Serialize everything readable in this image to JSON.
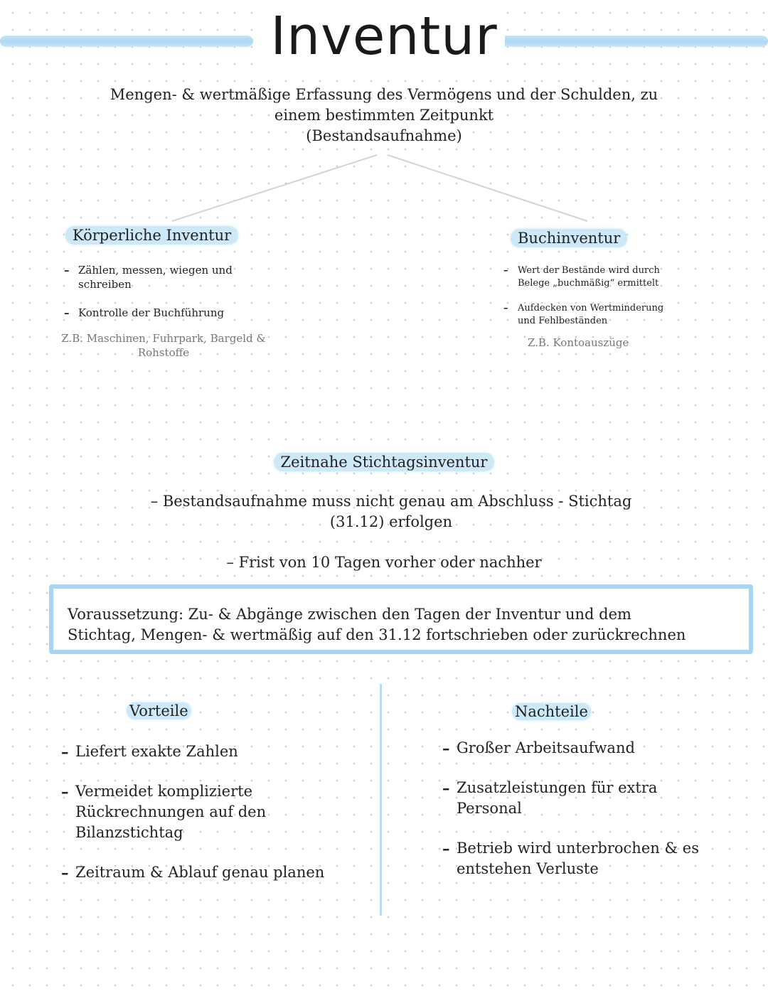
{
  "title": "Inventur",
  "intro": {
    "line1": "Mengen- & wertmäßige Erfassung des Vermögens und der Schulden, zu",
    "line2": "einem bestimmten Zeitpunkt",
    "line3": "(Bestandsaufnahme)"
  },
  "koerperlich": {
    "heading": "Körperliche Inventur",
    "items": [
      {
        "line1": "Zählen, messen, wiegen und",
        "line2": "schreiben"
      },
      {
        "line1": "Kontrolle der Buchführung",
        "line2": ""
      }
    ],
    "example_line1": "Z.B. Maschinen, Fuhrpark, Bargeld &",
    "example_line2": "Rohstoffe"
  },
  "buch": {
    "heading": "Buchinventur",
    "items": [
      {
        "line1": "Wert der Bestände wird durch",
        "line2": "Belege „buchmäßig“ ermittelt"
      },
      {
        "line1": "Aufdecken von Wertminderung",
        "line2": "und Fehlbeständen"
      }
    ],
    "example": "Z.B. Kontoauszüge"
  },
  "stichtag": {
    "heading": "Zeitnahe Stichtagsinventur",
    "point1_line1": "Bestandsaufnahme muss nicht genau am Abschluss - Stichtag",
    "point1_line2": "(31.12) erfolgen",
    "point2": "Frist von 10 Tagen vorher oder nachher"
  },
  "voraussetzung": {
    "line1": "Voraussetzung: Zu- & Abgänge zwischen den Tagen der Inventur und dem",
    "line2": "Stichtag, Mengen- & wertmäßig auf den 31.12 fortschrieben oder zurückrechnen"
  },
  "vorteile": {
    "heading": "Vorteile",
    "items": [
      {
        "line1": "Liefert exakte Zahlen",
        "line2": "",
        "line3": ""
      },
      {
        "line1": "Vermeidet komplizierte",
        "line2": "Rückrechnungen auf den",
        "line3": "Bilanzstichtag"
      },
      {
        "line1": "Zeitraum & Ablauf genau planen",
        "line2": "",
        "line3": ""
      }
    ]
  },
  "nachteile": {
    "heading": "Nachteile",
    "items": [
      {
        "line1": "Großer Arbeitsaufwand",
        "line2": ""
      },
      {
        "line1": "Zusatzleistungen für extra",
        "line2": "Personal"
      },
      {
        "line1": "Betrieb wird unterbrochen & es",
        "line2": "entstehen Verluste"
      }
    ]
  },
  "colors": {
    "accent": "#a7d6f4",
    "highlight": "#cde9f8",
    "dot_grid": "#c9ccd2"
  }
}
